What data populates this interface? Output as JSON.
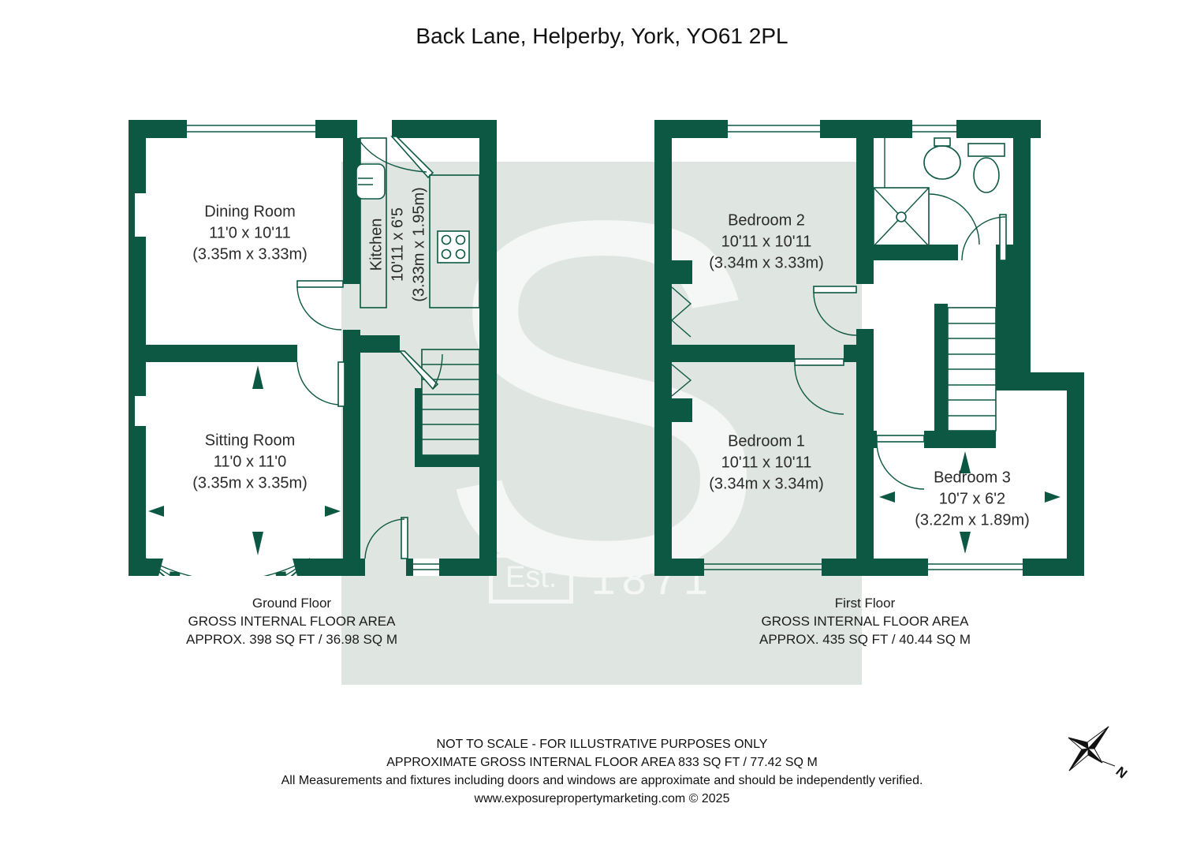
{
  "title": "Back Lane, Helperby, York, YO61 2PL",
  "watermark": {
    "letter": "S",
    "est_label": "Est.",
    "year": "1871"
  },
  "ground_floor": {
    "rooms": [
      {
        "name": "Dining Room",
        "size_imperial": "11'0 x 10'11",
        "size_metric": "(3.35m x 3.33m)"
      },
      {
        "name": "Kitchen",
        "size_imperial": "10'11 x 6'5",
        "size_metric": "(3.33m x 1.95m)"
      },
      {
        "name": "Sitting Room",
        "size_imperial": "11'0 x 11'0",
        "size_metric": "(3.35m x 3.35m)"
      }
    ],
    "floor_name": "Ground Floor",
    "area_label": "GROSS INTERNAL FLOOR AREA",
    "area_value": "APPROX. 398 SQ FT / 36.98 SQ M"
  },
  "first_floor": {
    "rooms": [
      {
        "name": "Bedroom 2",
        "size_imperial": "10'11 x 10'11",
        "size_metric": "(3.34m x 3.33m)"
      },
      {
        "name": "Bedroom 1",
        "size_imperial": "10'11 x 10'11",
        "size_metric": "(3.34m x 3.34m)"
      },
      {
        "name": "Bedroom 3",
        "size_imperial": "10'7 x 6'2",
        "size_metric": "(3.22m x 1.89m)"
      }
    ],
    "floor_name": "First Floor",
    "area_label": "GROSS INTERNAL FLOOR AREA",
    "area_value": "APPROX. 435 SQ FT / 40.44 SQ M"
  },
  "disclaimer": {
    "line1": "NOT TO SCALE - FOR ILLUSTRATIVE PURPOSES ONLY",
    "line2": "APPROXIMATE GROSS INTERNAL FLOOR AREA 833 SQ FT / 77.42 SQ M",
    "line3": "All Measurements and fixtures including doors and windows are approximate and should be independently verified.",
    "line4": "www.exposurepropertymarketing.com © 2025"
  },
  "compass": {
    "north_label": "N"
  },
  "colors": {
    "wall_green": "#0d5843",
    "watermark_bg": "#dfe5e1",
    "watermark_text": "#f4f7f5"
  }
}
